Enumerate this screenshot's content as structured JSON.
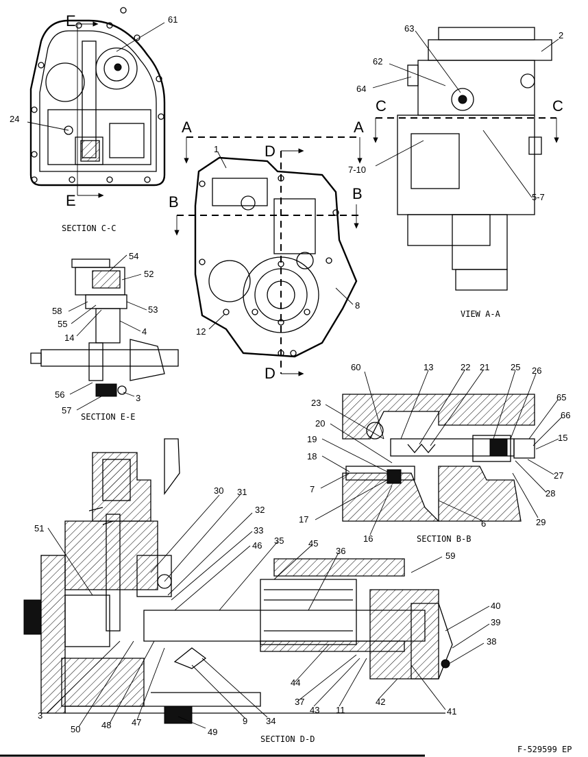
{
  "figure_id": "F-529599 EP",
  "captions": {
    "section_cc": "SECTION C-C",
    "section_ee": "SECTION E-E",
    "view_aa": "VIEW A-A",
    "section_bb": "SECTION B-B",
    "section_dd": "SECTION D-D"
  },
  "section_markers": [
    "A",
    "A",
    "B",
    "B",
    "C",
    "C",
    "D",
    "D",
    "E",
    "E"
  ],
  "callouts": [
    "61",
    "24",
    "54",
    "52",
    "58",
    "53",
    "55",
    "14",
    "4",
    "56",
    "57",
    "3",
    "1",
    "8",
    "12",
    "63",
    "2",
    "62",
    "64",
    "7-10",
    "5-7",
    "60",
    "13",
    "22",
    "21",
    "25",
    "26",
    "65",
    "66",
    "15",
    "23",
    "20",
    "19",
    "18",
    "7",
    "17",
    "16",
    "27",
    "28",
    "29",
    "6",
    "30",
    "31",
    "32",
    "33",
    "46",
    "35",
    "45",
    "36",
    "59",
    "51",
    "40",
    "39",
    "38",
    "3",
    "50",
    "48",
    "47",
    "9",
    "34",
    "44",
    "37",
    "43",
    "11",
    "42",
    "41",
    "49"
  ]
}
